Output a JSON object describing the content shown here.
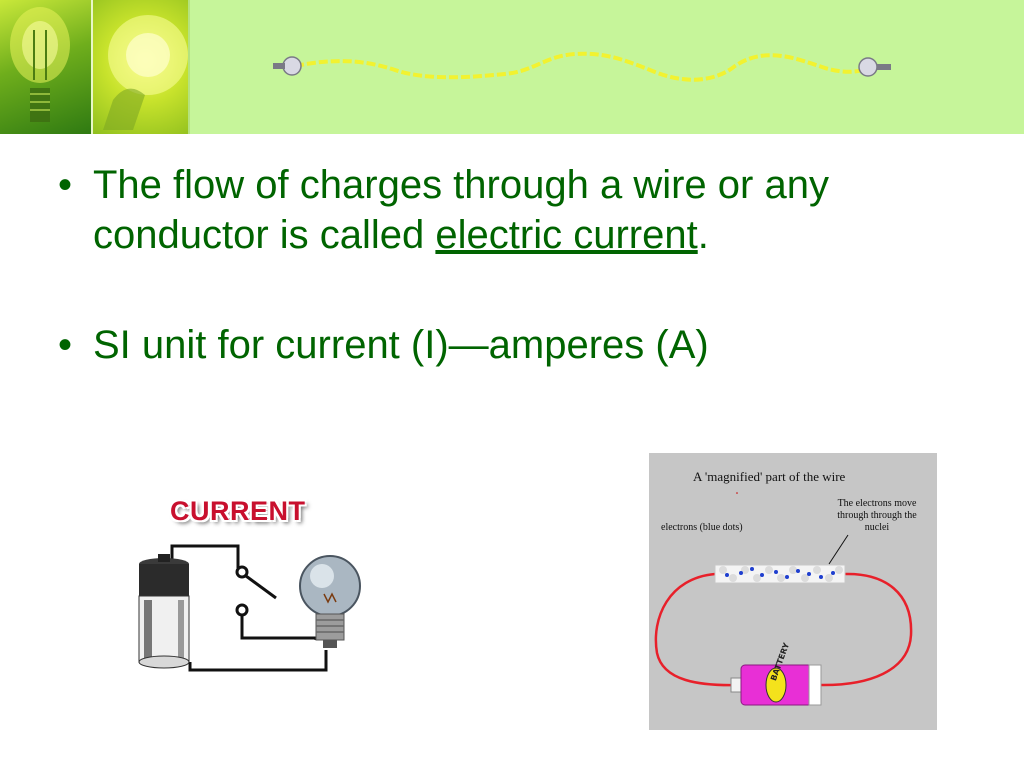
{
  "slide": {
    "bullets": [
      {
        "text_before": "The flow of charges through a wire or any conductor is called ",
        "term": "electric current",
        "text_after": "."
      },
      {
        "text": "SI unit for current (I)—amperes (A)"
      }
    ],
    "bullet_glyph": "•"
  },
  "circuit_graphic": {
    "title": "CURRENT",
    "icons": [
      "battery-icon",
      "switch-icon",
      "light-bulb-icon"
    ]
  },
  "wire_figure": {
    "title": "A 'magnified' part of the wire",
    "electrons_label": "electrons (blue dots)",
    "move_label": "The electrons move through through the nuclei",
    "battery_label": "BATTERY"
  },
  "colors": {
    "banner": "#c6f59a",
    "text": "#006400",
    "figure_bg": "#c6c6c6",
    "wire": "#e8202a",
    "electron": "#1f3fcf",
    "battery": "#e82fd6"
  }
}
